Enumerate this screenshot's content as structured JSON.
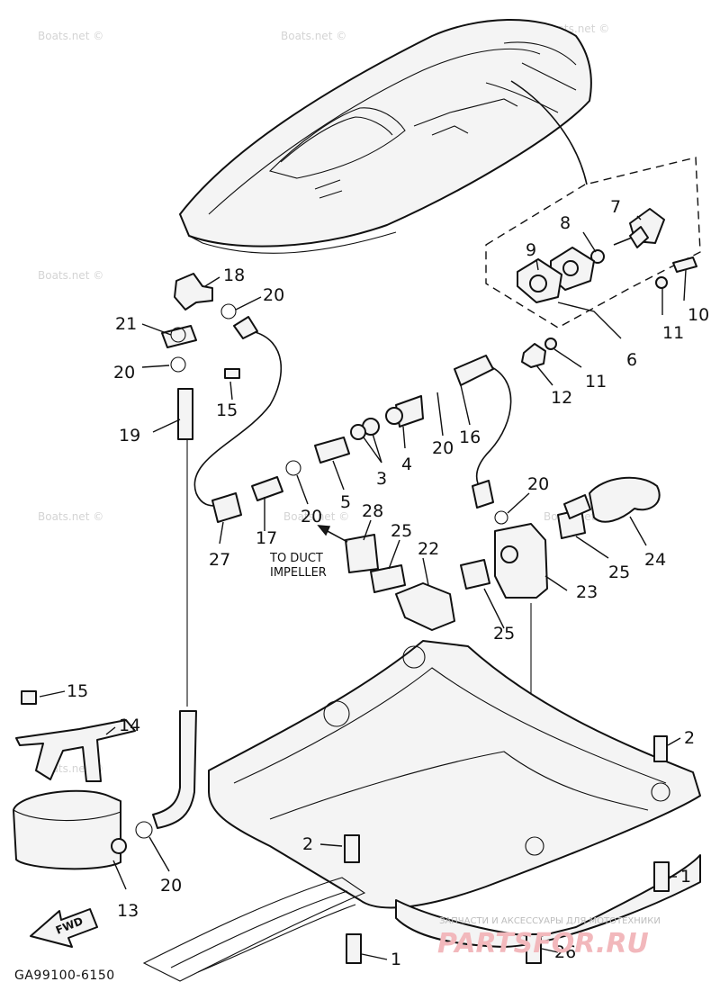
{
  "watermark": {
    "text": "Boats.net ©"
  },
  "note": {
    "line1": "TO DUCT",
    "line2": "IMPELLER"
  },
  "fwd_label": "FWD",
  "diagram_code": "GA99100-6150",
  "brand": {
    "subtitle": "ЗАПЧАСТИ И АКСЕССУАРЫ ДЛЯ МОТОТЕХНИКИ",
    "logo": "PARTSFOR.RU"
  },
  "callouts": [
    "18",
    "20",
    "21",
    "20",
    "15",
    "19",
    "7",
    "8",
    "9",
    "10",
    "11",
    "6",
    "11",
    "12",
    "16",
    "20",
    "4",
    "3",
    "5",
    "20",
    "27",
    "17",
    "28",
    "25",
    "22",
    "20",
    "24",
    "25",
    "23",
    "25",
    "15",
    "14",
    "13",
    "20",
    "2",
    "2",
    "1",
    "1",
    "26"
  ]
}
